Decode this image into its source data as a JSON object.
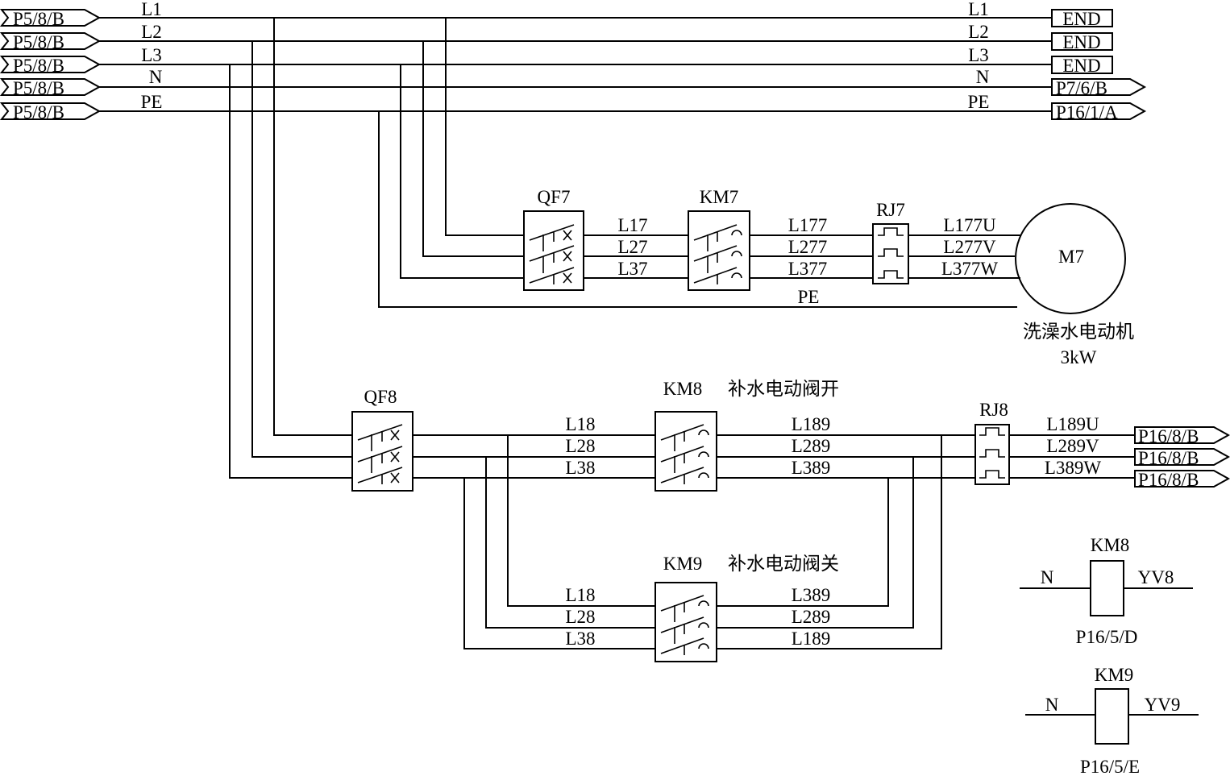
{
  "bus": {
    "left_refs": [
      "P5/8/B",
      "P5/8/B",
      "P5/8/B",
      "P5/8/B",
      "P5/8/B"
    ],
    "left_labels": [
      "L1",
      "L2",
      "L3",
      "N",
      "PE"
    ],
    "right_labels": [
      "L1",
      "L2",
      "L3",
      "N",
      "PE"
    ],
    "right_refs": [
      "END",
      "END",
      "END",
      "P7/6/B",
      "P16/1/A"
    ]
  },
  "motor_branch": {
    "breaker": "QF7",
    "contactor": "KM7",
    "relay": "RJ7",
    "wires_a": [
      "L17",
      "L27",
      "L37"
    ],
    "wires_b": [
      "L177",
      "L277",
      "L377"
    ],
    "wires_c": [
      "L177U",
      "L277V",
      "L377W"
    ],
    "pe_label": "PE",
    "motor_id": "M7",
    "motor_name": "洗澡水电动机",
    "motor_power": "3kW"
  },
  "valve_branch": {
    "breaker": "QF8",
    "open_contactor": "KM8",
    "open_caption": "补水电动阀开",
    "close_contactor": "KM9",
    "close_caption": "补水电动阀关",
    "relay": "RJ8",
    "wires_a": [
      "L18",
      "L28",
      "L38"
    ],
    "wires_b": [
      "L189",
      "L289",
      "L389"
    ],
    "wires_c": [
      "L189U",
      "L289V",
      "L389W"
    ],
    "out_refs": [
      "P16/8/B",
      "P16/8/B",
      "P16/8/B"
    ],
    "rev_in": [
      "L18",
      "L28",
      "L38"
    ],
    "rev_out": [
      "L389",
      "L289",
      "L189"
    ]
  },
  "coils": [
    {
      "name": "KM8",
      "left": "N",
      "right": "YV8",
      "ref": "P16/5/D"
    },
    {
      "name": "KM9",
      "left": "N",
      "right": "YV9",
      "ref": "P16/5/E"
    }
  ]
}
